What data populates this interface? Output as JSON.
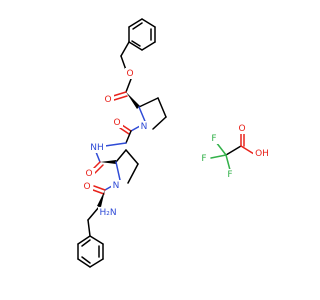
{
  "molecule": {
    "atoms": {
      "ester_o_single": "O",
      "ester_o_double": "O",
      "pro1_n": "N",
      "gly_o": "O",
      "gly_nh": "NH",
      "pro2_o": "O",
      "pro2_n": "N",
      "phe_o": "O",
      "phe_h2n": "H₂N"
    },
    "colors": {
      "carbon": "#000000",
      "oxygen": "#e8231c",
      "nitrogen": "#2f4bd6",
      "fluorine": "#33b14a"
    }
  },
  "counterion": {
    "atoms": {
      "f_top": "F",
      "f_left": "F",
      "f_bottom": "F",
      "o_double": "O",
      "oh": "OH"
    }
  }
}
